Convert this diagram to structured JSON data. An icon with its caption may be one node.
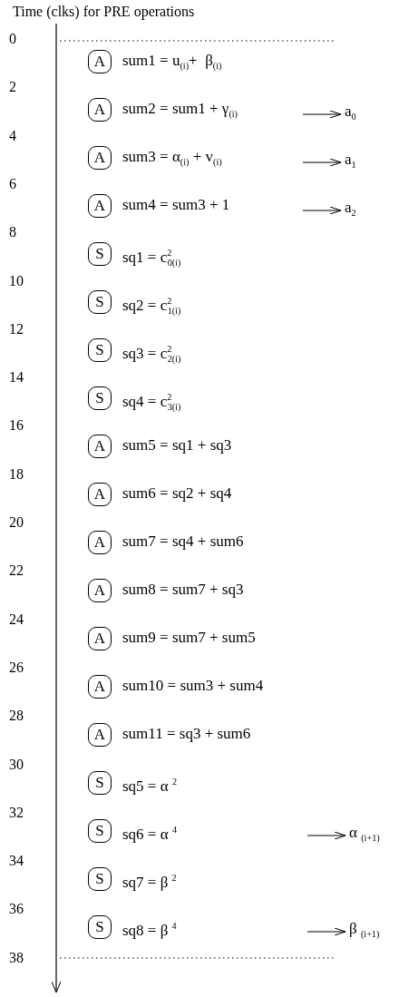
{
  "diagram": {
    "title": "Time (clks) for PRE operations",
    "nodes": [
      {
        "text": [
          "A"
        ],
        "beside": [
          "sum1 = u$_{(i)}$+  β$_{(i)}$"
        ]
      },
      {
        "text": [
          "A"
        ],
        "beside": [
          "sum2 = sum1 + γ$_{(i)}$"
        ]
      },
      {
        "text": [
          "a$_{0}$"
        ]
      },
      {
        "text": [
          "A"
        ],
        "beside": [
          "sum3 = α$_{(i)}$ + v$_{(i)}$"
        ]
      },
      {
        "text": [
          "a$_{1}$"
        ]
      },
      {
        "text": [
          "A"
        ],
        "beside": [
          "sum4 = sum3 + 1"
        ]
      },
      {
        "text": [
          "a$_{2}$"
        ]
      },
      {
        "text": [
          "S"
        ],
        "beside": [
          "sq1 = c$^{2}$$_{0(i)}$"
        ]
      },
      {
        "text": [
          "S"
        ],
        "beside": [
          "sq2 = c$^{2}$$_{1(i)}$"
        ]
      },
      {
        "text": [
          "S"
        ],
        "beside": [
          "sq3 = c$^{2}$$_{2(i)}$"
        ]
      },
      {
        "text": [
          "S"
        ],
        "beside": [
          "sq4 = c$^{2}$$_{3(i)}$"
        ]
      },
      {
        "text": [
          "A"
        ],
        "beside": [
          "sum5 = sq1 + sq3"
        ]
      },
      {
        "text": [
          "A"
        ],
        "beside": [
          "sum6 = sq2 + sq4"
        ]
      },
      {
        "text": [
          "A"
        ],
        "beside": [
          "sum7 = sq4 + sum6"
        ]
      },
      {
        "text": [
          "A"
        ],
        "beside": [
          "sum8 = sum7 + sq3"
        ]
      },
      {
        "text": [
          "A"
        ],
        "beside": [
          "sum9 = sum7 + sum5"
        ]
      },
      {
        "text": [
          "A"
        ],
        "beside": [
          "sum10 = sum3 + sum4"
        ]
      },
      {
        "text": [
          "A"
        ],
        "beside": [
          "sum11 = sq3 + sum6"
        ]
      },
      {
        "text": [
          "S"
        ],
        "beside": [
          "sq5 = α $^{2}$"
        ]
      },
      {
        "text": [
          "S"
        ],
        "beside": [
          "sq6 = α $^{4}$"
        ]
      },
      {
        "text": [
          "α $_{(i+1)}$"
        ]
      },
      {
        "text": [
          "S"
        ],
        "beside": [
          "sq7 = β $^{2}$"
        ]
      },
      {
        "text": [
          "S"
        ],
        "beside": [
          "sq8 = β $^{4}$"
        ]
      },
      {
        "text": [
          "β $_{(i+1)}$"
        ]
      }
    ],
    "edges": [
      {
        "from": null,
        "to": 2,
        "arrow": "to"
      },
      {
        "from": null,
        "to": 4,
        "arrow": "to"
      },
      {
        "from": null,
        "to": 6,
        "arrow": "to"
      },
      {
        "from": null,
        "to": 20,
        "arrow": "to"
      },
      {
        "from": null,
        "to": 23,
        "arrow": "to"
      }
    ],
    "labels": [
      "0",
      "2",
      "4",
      "6",
      "8",
      "10",
      "12",
      "14",
      "16",
      "18",
      "20",
      "22",
      "24",
      "26",
      "28",
      "30",
      "32",
      "34",
      "36",
      "38"
    ]
  }
}
